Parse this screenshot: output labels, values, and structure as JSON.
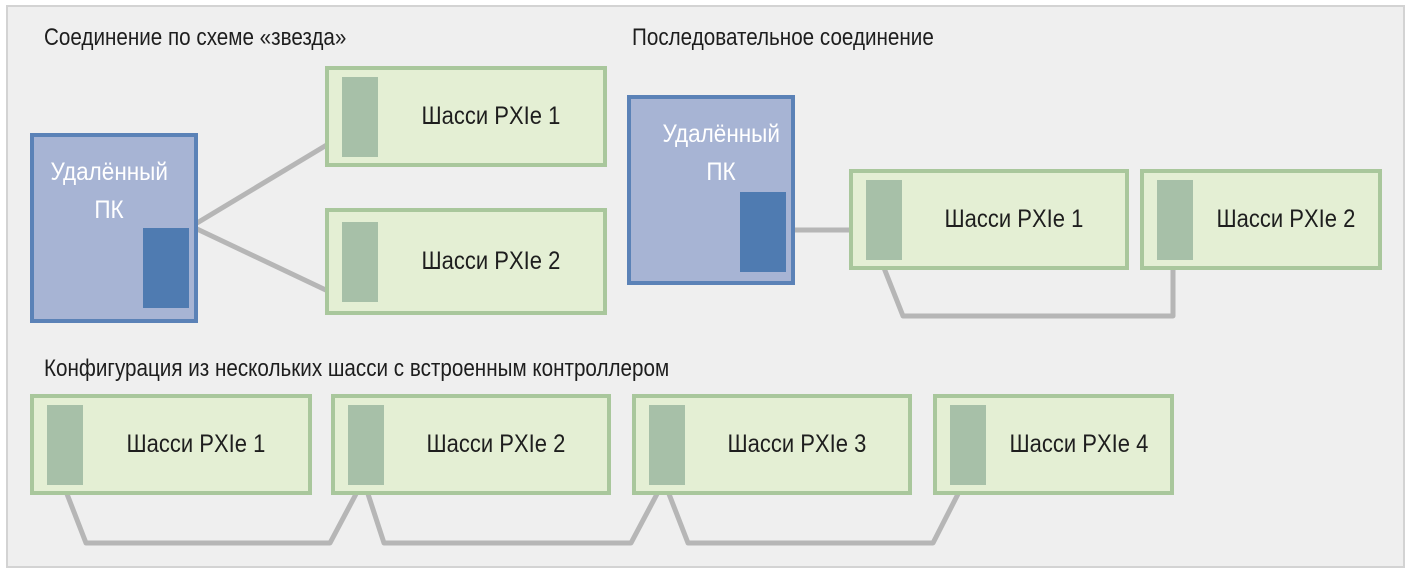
{
  "star": {
    "title": "Соединение по схеме «звезда»",
    "pc_label": "Удалённый ПК",
    "chassis": [
      "Шасси PXIe 1",
      "Шасси PXIe 2"
    ]
  },
  "daisy": {
    "title": "Последовательное соединение",
    "pc_label": "Удалённый ПК",
    "chassis": [
      "Шасси PXIe 1",
      "Шасси PXIe 2"
    ]
  },
  "multi": {
    "title": "Конфигурация из нескольких шасси с встроенным контроллером",
    "chassis": [
      "Шасси PXIe 1",
      "Шасси PXIe 2",
      "Шасси PXIe 3",
      "Шасси PXIe 4"
    ]
  },
  "colors": {
    "background": "#efefef",
    "pc_fill": "#a7b4d4",
    "pc_border": "#5b82b7",
    "chassis_fill": "#e4efd4",
    "chassis_border": "#a9c79c",
    "cable": "#b6b6b6"
  }
}
